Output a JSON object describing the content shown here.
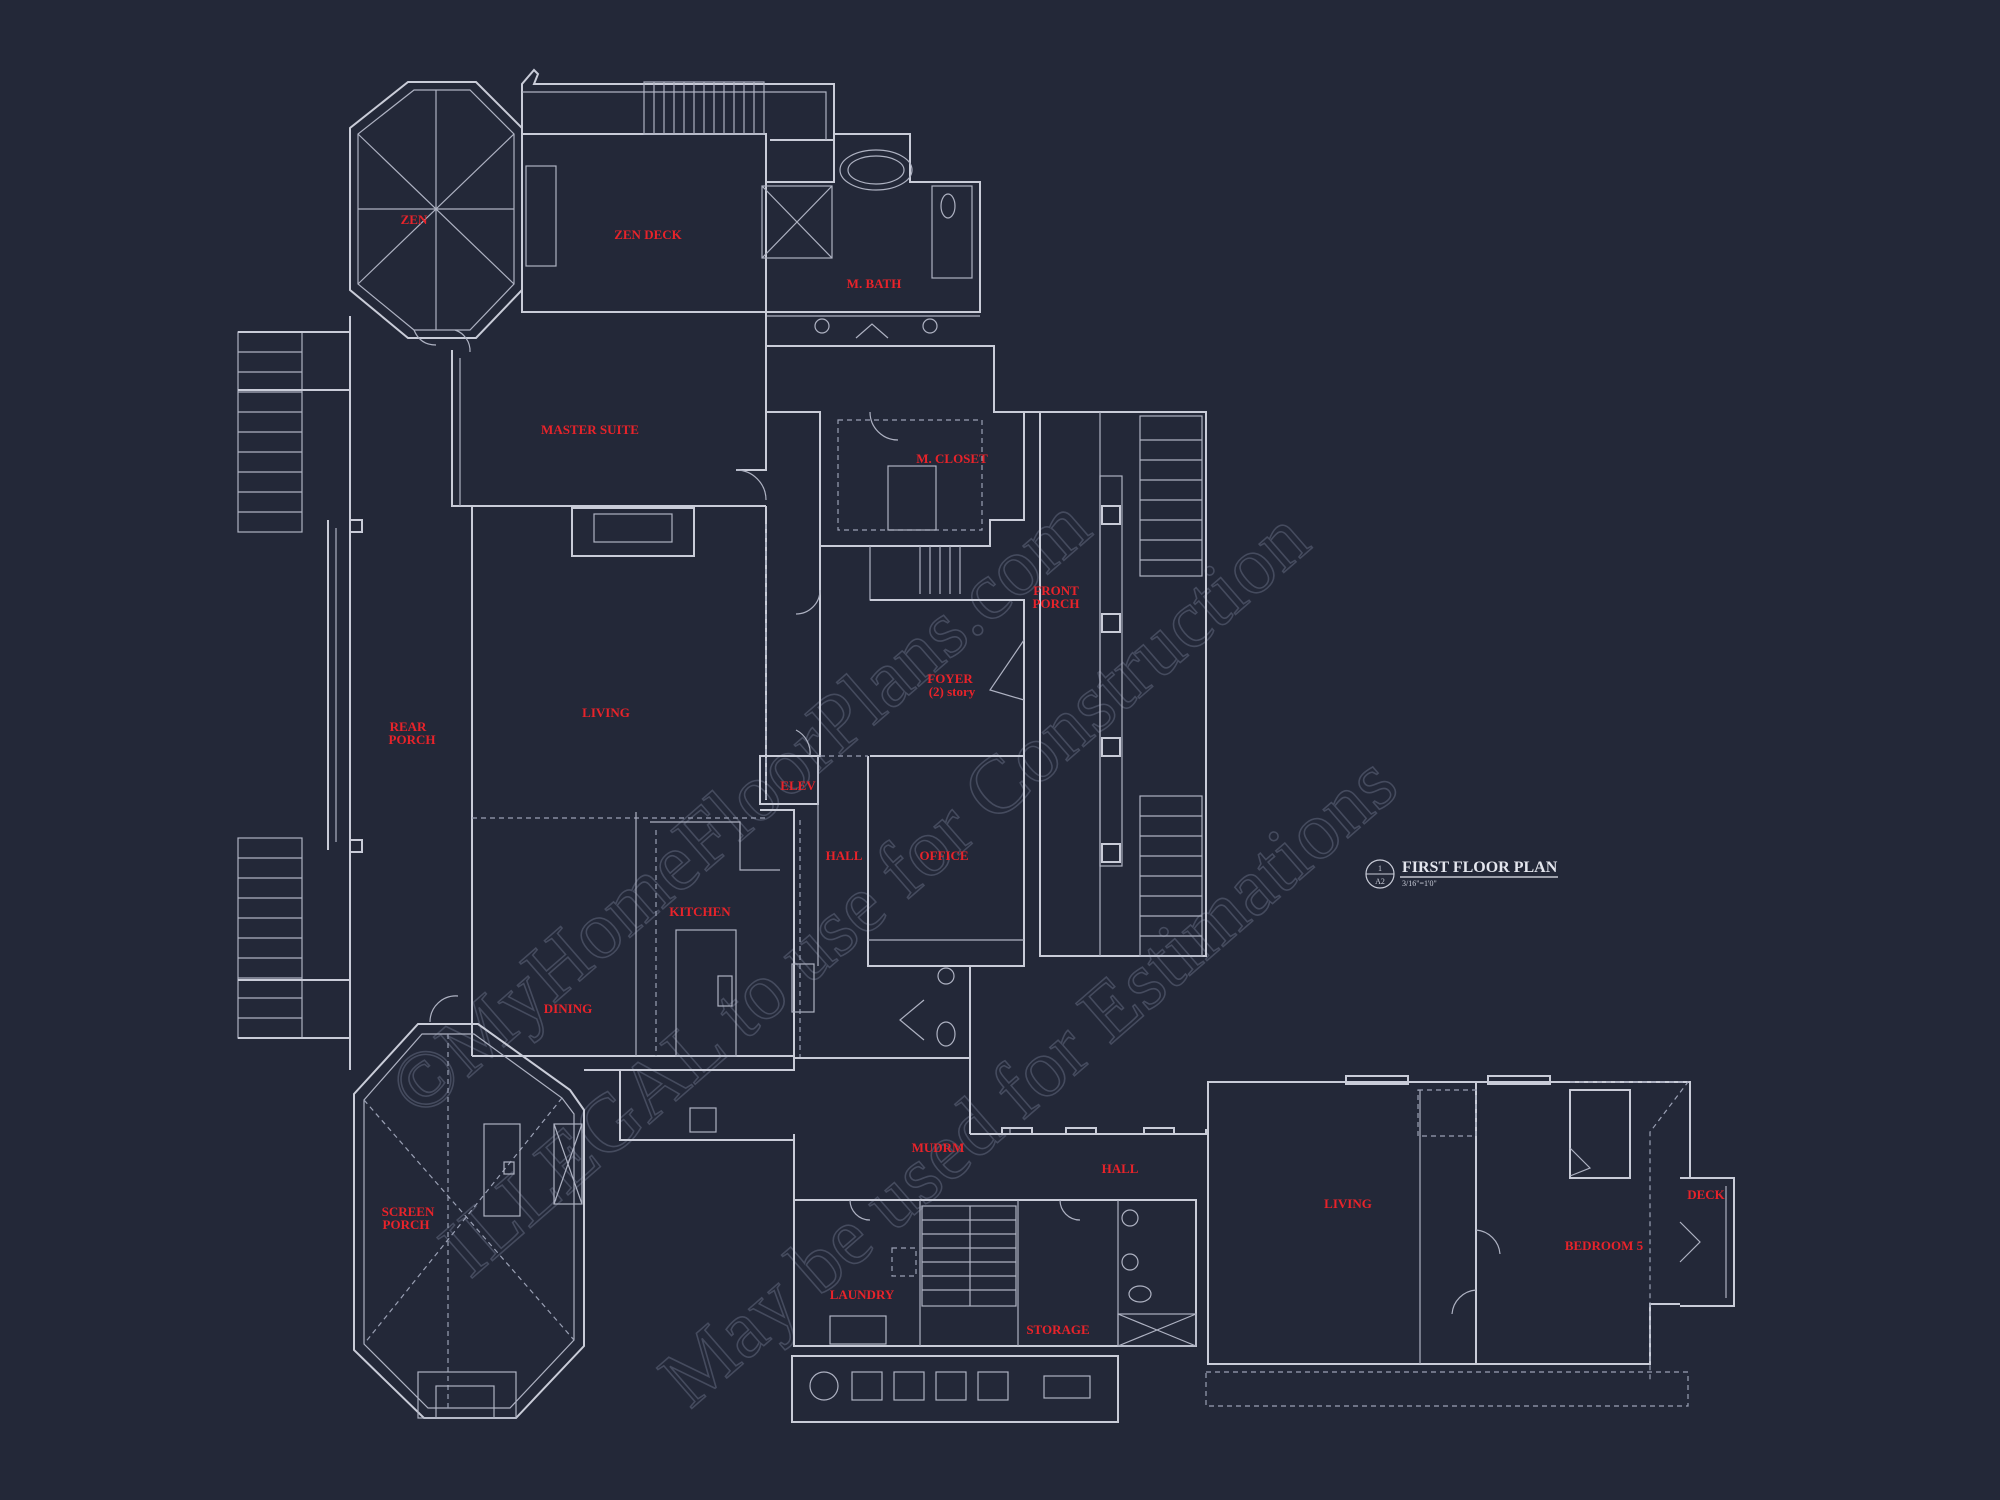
{
  "rooms": {
    "zen": "ZEN",
    "zen_deck": "ZEN DECK",
    "m_bath": "M. BATH",
    "master_suite": "MASTER SUITE",
    "m_closet": "M. CLOSET",
    "front_porch_1": "FRONT",
    "front_porch_2": "PORCH",
    "rear_porch_1": "REAR",
    "rear_porch_2": "PORCH",
    "living": "LIVING",
    "foyer_1": "FOYER",
    "foyer_2": "(2) story",
    "elev": "ELEV",
    "hall_1": "HALL",
    "office": "OFFICE",
    "kitchen": "KITCHEN",
    "dining": "DINING",
    "screen_porch_1": "SCREEN",
    "screen_porch_2": "PORCH",
    "mudrm": "MUDRM",
    "hall_2": "HALL",
    "laundry": "LAUNDRY",
    "storage": "STORAGE",
    "living_2": "LIVING",
    "bedroom_5": "BEDROOM 5",
    "deck": "DECK"
  },
  "title_block": {
    "detail_number": "1",
    "sheet": "A2",
    "title": "FIRST FLOOR PLAN",
    "scale": "3/16\"=1'0\""
  },
  "watermark": {
    "line_1": "©MyHomeFloorPlans.com",
    "line_2": "ILLEGAL to use for Construction",
    "line_3": "May be used for Estimations"
  },
  "colors": {
    "background": "#232838",
    "lines": "#c9ccd8",
    "labels": "#e8232a"
  }
}
